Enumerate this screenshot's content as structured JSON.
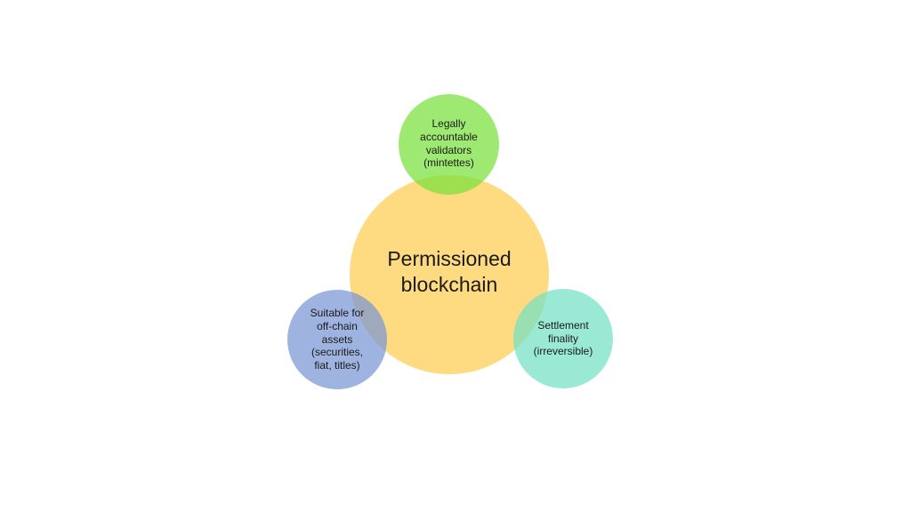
{
  "diagram": {
    "center": {
      "text": "Permissioned\nblockchain",
      "color": "#FED56B"
    },
    "satellites": [
      {
        "text": "Legally\naccountable\nvalidators\n(mintettes)",
        "color": "#78E13C"
      },
      {
        "text": "Suitable for\noff-chain\nassets\n(securities,\nfiat, titles)",
        "color": "#7896D2"
      },
      {
        "text": "Settlement\nfinality\n(irreversible)",
        "color": "#73E1C3"
      }
    ]
  }
}
